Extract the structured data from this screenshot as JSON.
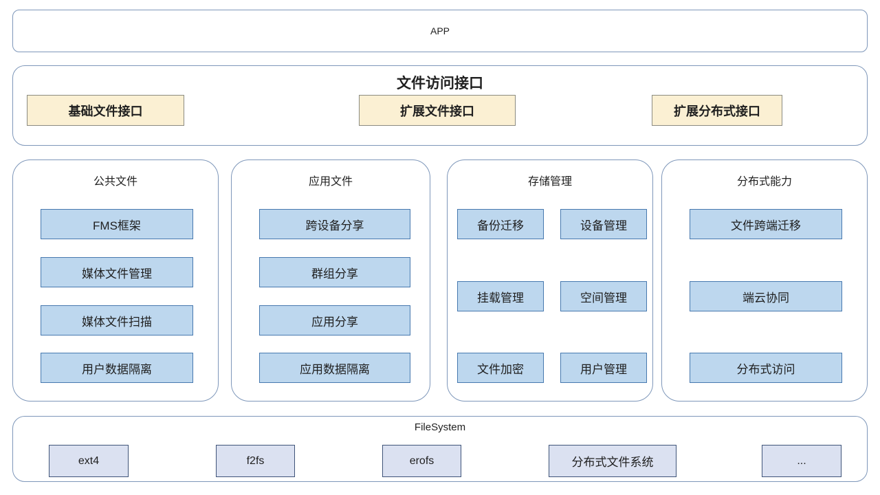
{
  "diagram": {
    "app": {
      "label": "APP"
    },
    "file_access": {
      "title": "文件访问接口",
      "items": [
        "基础文件接口",
        "扩展文件接口",
        "扩展分布式接口"
      ]
    },
    "columns": [
      {
        "title": "公共文件",
        "items": [
          "FMS框架",
          "媒体文件管理",
          "媒体文件扫描",
          "用户数据隔离"
        ]
      },
      {
        "title": "应用文件",
        "items": [
          "跨设备分享",
          "群组分享",
          "应用分享",
          "应用数据隔离"
        ]
      },
      {
        "title": "存储管理",
        "items": [
          "备份迁移",
          "设备管理",
          "挂载管理",
          "空间管理",
          "文件加密",
          "用户管理"
        ]
      },
      {
        "title": "分布式能力",
        "items": [
          "文件跨端迁移",
          "端云协同",
          "分布式访问"
        ]
      }
    ],
    "filesystem": {
      "title": "FileSystem",
      "items": [
        "ext4",
        "f2fs",
        "erofs",
        "分布式文件系统",
        "..."
      ]
    }
  },
  "colors": {
    "container_border": "#7D96B9",
    "feature_fill": "#BDD7EE",
    "feature_border": "#4678AE",
    "interface_fill": "#FBF0D3",
    "interface_border": "#8A8A80",
    "fs_fill": "#DBE1F1",
    "fs_border": "#3E5378"
  }
}
